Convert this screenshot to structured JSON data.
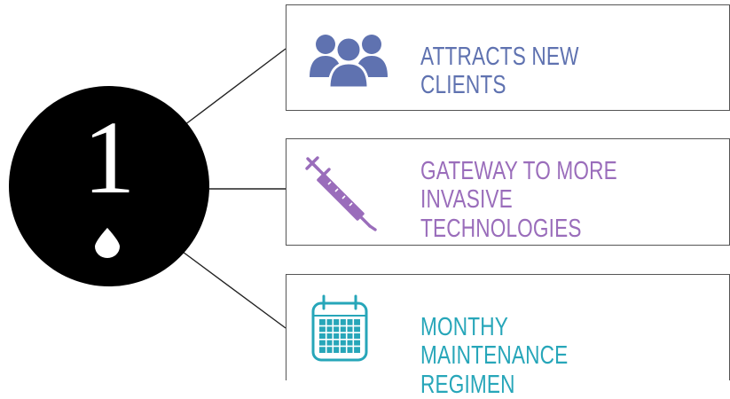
{
  "badge": {
    "number": "1"
  },
  "items": [
    {
      "label": "ATTRACTS NEW CLIENTS",
      "icon": "people-group-icon",
      "color": "#5f72b0"
    },
    {
      "label": "GATEWAY TO MORE\nINVASIVE TECHNOLOGIES",
      "icon": "syringe-icon",
      "color": "#9a6dbb"
    },
    {
      "label": "MONTHY MAINTENANCE REGIMEN",
      "icon": "calendar-icon",
      "color": "#27a6b9"
    }
  ]
}
